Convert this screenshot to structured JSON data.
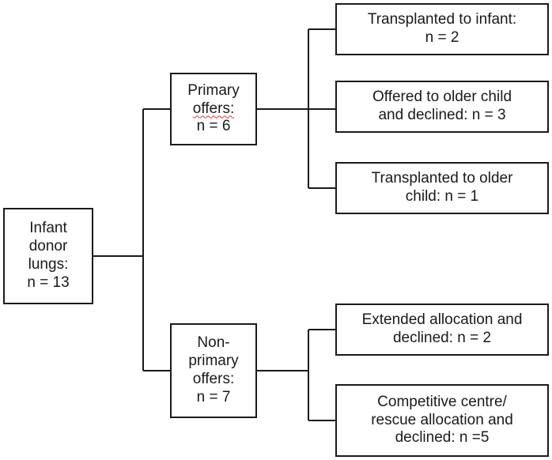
{
  "nodes": {
    "root": {
      "lines": [
        "Infant",
        "donor",
        "lungs:",
        "n = 13"
      ]
    },
    "primary": {
      "lines": [
        "Primary",
        "offers:",
        "n = 6"
      ]
    },
    "nonprim": {
      "lines": [
        "Non-",
        "primary",
        "offers:",
        "n = 7"
      ]
    },
    "l1": {
      "lines": [
        "Transplanted to infant:",
        "n = 2"
      ]
    },
    "l2": {
      "lines": [
        "Offered to older child",
        "and declined: n = 3"
      ]
    },
    "l3": {
      "lines": [
        "Transplanted to older",
        "child: n = 1"
      ]
    },
    "l4": {
      "lines": [
        "Extended allocation and",
        "declined: n = 2"
      ]
    },
    "l5": {
      "lines": [
        "Competitive centre/",
        "rescue allocation and",
        "declined: n =5"
      ]
    }
  }
}
